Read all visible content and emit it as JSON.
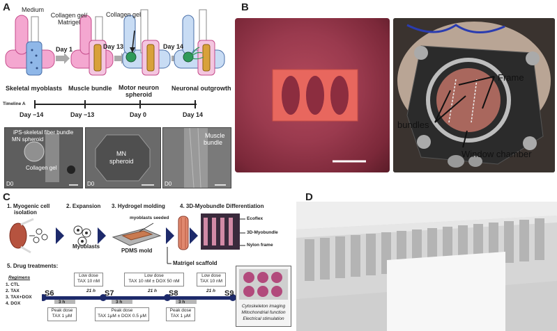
{
  "panels": {
    "a": "A",
    "b": "B",
    "c": "C",
    "d": "D"
  },
  "panel_a": {
    "top_labels": {
      "medium": "Medium",
      "collagen_matrigel": "Collagen gel/ Matrigel",
      "collagen_gel": "Collagen gel"
    },
    "days": {
      "day1": "Day 1",
      "day13": "Day 13",
      "day14": "Day 14"
    },
    "stages": {
      "skeletal_myoblasts": "Skeletal myoblasts",
      "muscle_bundle": "Muscle bundle",
      "motor_neuron": "Motor neuron",
      "spheroid": "spheroid",
      "neuronal_outgrowth": "Neuronal outgrowth"
    },
    "timeline": {
      "label": "Timeline A",
      "ticks": [
        "Day −14",
        "Day −13",
        "Day 0",
        "Day 14"
      ]
    },
    "micro": {
      "m1_title": "iPS-skeletal fiber bundle",
      "m1_mn": "MN spheroid",
      "m1_collagen": "Collagen gel",
      "m2_mn": "MN",
      "m2_spheroid": "spheroid",
      "m3_muscle": "Muscle",
      "m3_bundle": "bundle",
      "d0": "D0"
    }
  },
  "panel_b": {
    "frame": "Frame",
    "bundles": "bundles",
    "window_chamber": "Window chamber"
  },
  "panel_c": {
    "steps": {
      "s1a": "1. Myogenic cell",
      "s1b": "isolation",
      "s2": "2. Expansion",
      "s3": "3. Hydrogel molding",
      "s4": "4. 3D-Myobundle Differentiation"
    },
    "labels": {
      "myoblasts": "Myoblasts",
      "myoblasts_seeded": "myoblasts seeded",
      "pdms_mold": "PDMS mold",
      "matrigel_scaffold": "Matrigel scaffold",
      "ecoflex": "Ecoflex",
      "myobundle": "3D-Myobundle",
      "nylon_frame": "Nylon frame"
    },
    "drug": {
      "title": "5. Drug treatments:",
      "regimens_title": "Regimens",
      "regimens": [
        "1. CTL",
        "2. TAX",
        "3. TAX+DOX",
        "4. DOX"
      ],
      "stations": [
        "S6",
        "S7",
        "S8",
        "S9"
      ],
      "interval_3h": "3 h",
      "interval_21h": "21 h",
      "low_dose": "Low dose",
      "low_dose_tax": "TAX 10 nM",
      "low_dose_tax_dox": "TAX 10 nM ± DOX 50 nM",
      "peak_dose": "Peak dose",
      "peak_dose_tax": "TAX 1 μM",
      "peak_dose_tax_dox": "TAX 1μM ± DOX 0.5 μM",
      "outcomes": [
        "Cytoskeleton imaging",
        "Mitochondrial function",
        "Electrical stimulation"
      ]
    }
  }
}
